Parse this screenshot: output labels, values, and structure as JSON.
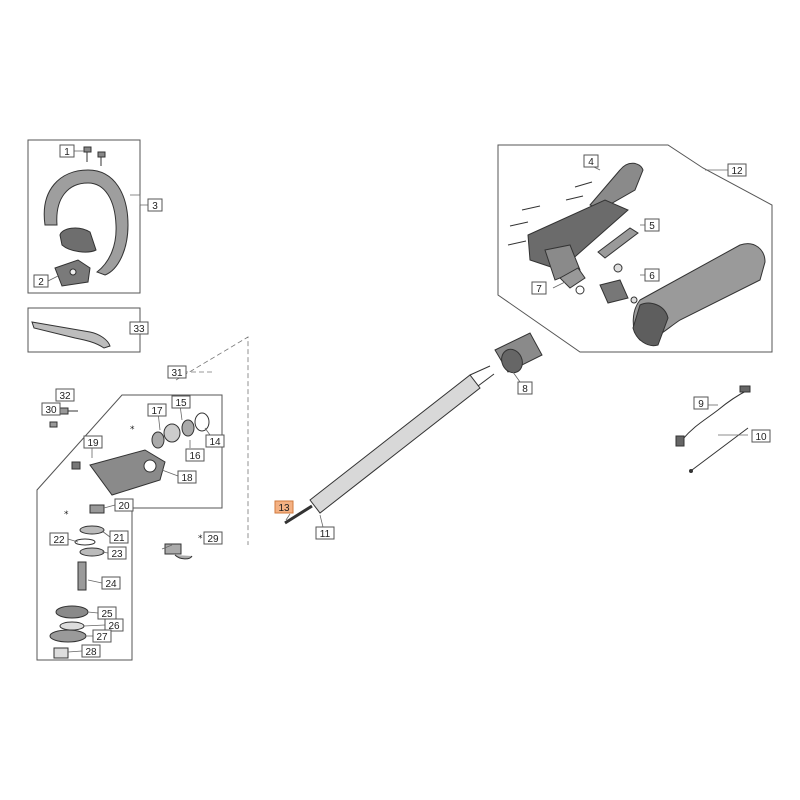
{
  "parts": [
    "1",
    "2",
    "3",
    "4",
    "5",
    "6",
    "7",
    "8",
    "9",
    "10",
    "11",
    "12",
    "13",
    "14",
    "15",
    "16",
    "17",
    "18",
    "19",
    "20",
    "21",
    "22",
    "23",
    "24",
    "25",
    "26",
    "27",
    "28",
    "29",
    "30",
    "31",
    "32",
    "33"
  ],
  "highlight_part": "13",
  "highlight_color": "#f4b183",
  "star_marker": "*",
  "drawn_parts": [
    "d-shaped-handle",
    "handle-clamp",
    "throttle-handle-housing",
    "tube-grip",
    "drive-tube",
    "drive-shaft",
    "throttle-cable",
    "wiring-harness",
    "gear-head",
    "gear-head-bracket",
    "drive-gear",
    "bearing",
    "hand-guard-plate",
    "blade-washer",
    "bolt",
    "screw"
  ]
}
